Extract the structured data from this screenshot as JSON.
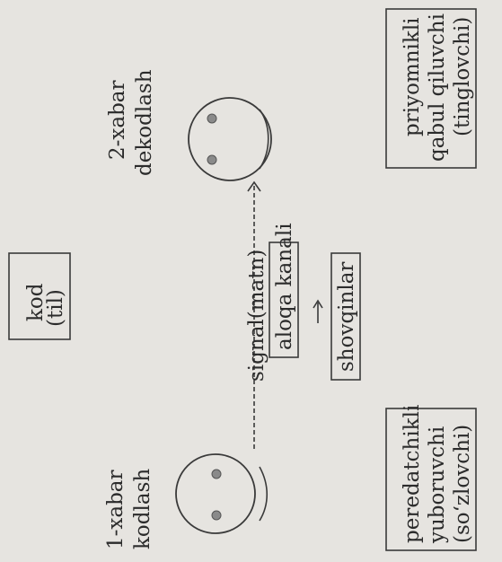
{
  "labels": {
    "left_message_1": "1-xabar",
    "left_message_2": "kodlash",
    "right_message_1": "2-xabar",
    "right_message_2": "dekodlash",
    "code_1": "kod",
    "code_2": "(til)",
    "signal": "signal(matn)",
    "channel": "aloqa kanali",
    "noise": "shovqinlar",
    "sender_1": "peredatchikli",
    "sender_2": "yuboruvchi",
    "sender_3": "(so‘zlovchi)",
    "receiver_1": "priyomnikli",
    "receiver_2": "qabul qiluvchi",
    "receiver_3": "(tinglovchi)"
  },
  "icons": {
    "sender_face": "smiley-face-icon",
    "receiver_face": "smiley-face-icon",
    "flow_arrow": "arrow-right-icon",
    "noise_arrow": "arrow-up-icon"
  }
}
